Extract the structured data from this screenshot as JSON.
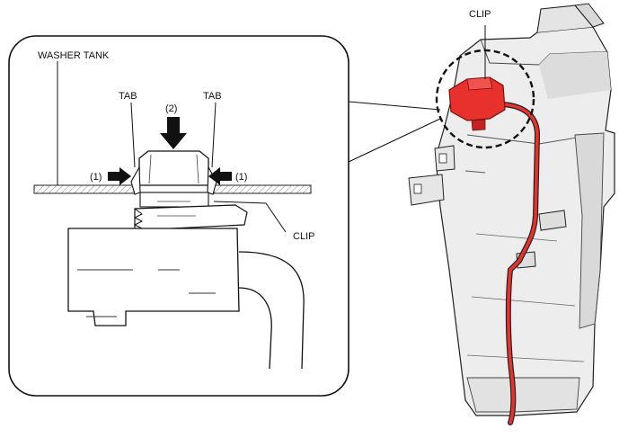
{
  "labels": {
    "washer_tank": "WASHER TANK",
    "tab_left": "TAB",
    "tab_right": "TAB",
    "step2": "(2)",
    "step1_left": "(1)",
    "step1_right": "(1)",
    "clip_detail": "CLIP",
    "clip_main": "CLIP"
  },
  "colors": {
    "highlight": "#e8302c",
    "tank_fill": "#eeeeee",
    "outline": "#222222",
    "shade": "#d6d6d6"
  }
}
